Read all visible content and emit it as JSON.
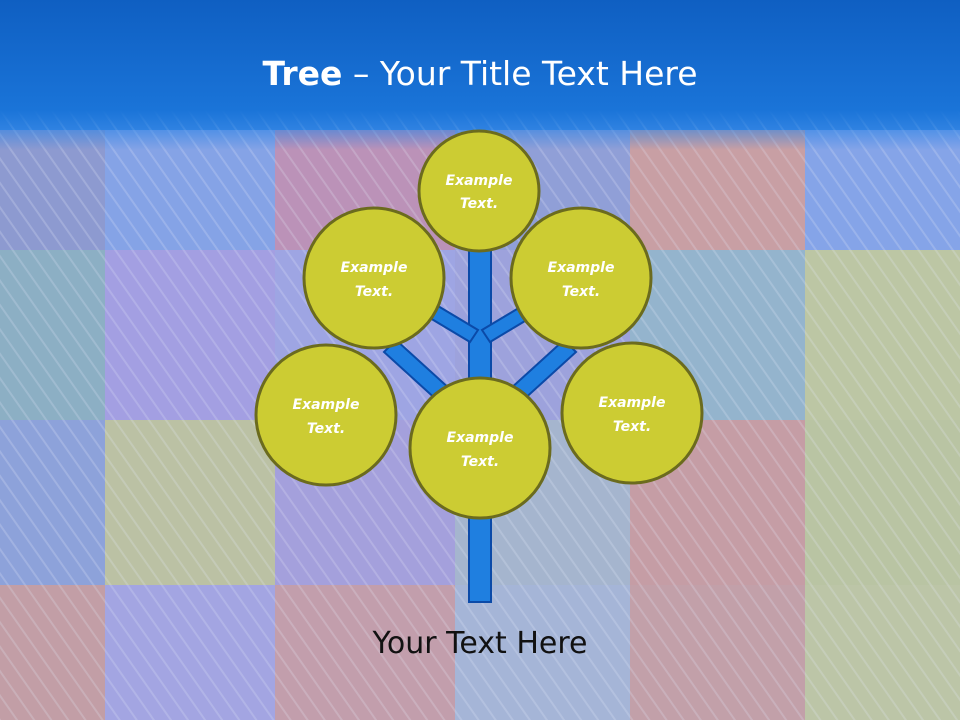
{
  "slide": {
    "title_bold": "Tree",
    "title_dash": " – ",
    "title_rest": "Your Title Text Here",
    "footer_text": "Your Text Here"
  },
  "nodes": [
    {
      "id": "top",
      "line1": "Example",
      "line2": "Text."
    },
    {
      "id": "upper-left",
      "line1": "Example",
      "line2": "Text."
    },
    {
      "id": "upper-right",
      "line1": "Example",
      "line2": "Text."
    },
    {
      "id": "lower-left",
      "line1": "Example",
      "line2": "Text."
    },
    {
      "id": "center",
      "line1": "Example",
      "line2": "Text."
    },
    {
      "id": "lower-right",
      "line1": "Example",
      "line2": "Text."
    }
  ],
  "colors": {
    "node_fill": "#cccc33",
    "node_stroke": "#6b6b1e",
    "branch": "#1f7fe0",
    "branch_stroke": "#0b4aa8",
    "title_bar": "#1a74d8"
  }
}
